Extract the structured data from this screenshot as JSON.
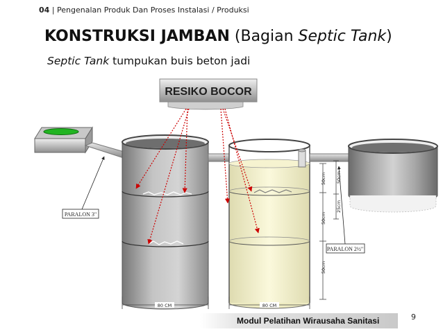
{
  "header": {
    "chapter": "04",
    "separator": "|",
    "text": "Pengenalan Produk Dan Proses Instalasi / Produksi"
  },
  "title": {
    "bold": "KONSTRUKSI JAMBAN",
    "open": "(Bagian ",
    "italic": "Septic Tank",
    "close": ")"
  },
  "subtitle": {
    "italic": "Septic Tank",
    "rest": "tumpukan buis beton jadi"
  },
  "diagram": {
    "risk_label": "RESIKO BOCOR",
    "pipe_label_left": "PARALON 3\"",
    "pipe_label_right": "PARALON 2½\"",
    "width_left": "80 CM",
    "width_right": "80 CM",
    "dim_50cm": "50cm",
    "dim_25cm": "25cm",
    "colors": {
      "concrete": "#9a9a9a",
      "water": "#f3f1c9",
      "arrow": "#cc0000",
      "toilet_bowl": "#22b422"
    }
  },
  "footer": {
    "text": "Modul Pelatihan Wirausaha Sanitasi",
    "page_number": "9"
  }
}
